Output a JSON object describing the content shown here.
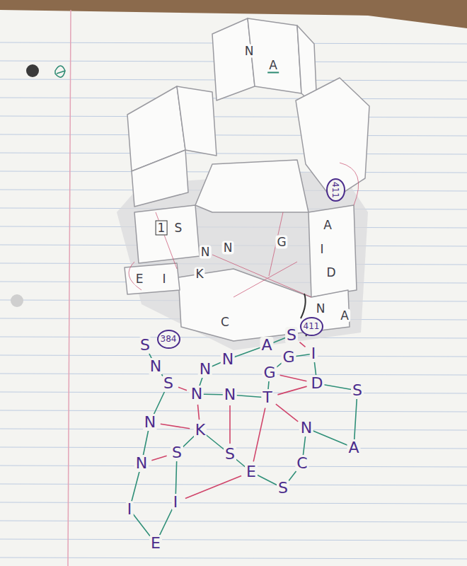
{
  "diagram": {
    "nodes": [
      {
        "text": [
          "384"
        ]
      },
      {
        "text": [
          "411"
        ]
      },
      {
        "text": [
          "411"
        ]
      }
    ],
    "labels": [
      "A",
      "N",
      "1",
      "S",
      "N",
      "N",
      "G",
      "A",
      "I",
      "D",
      "K",
      "N",
      "A",
      "C",
      "E",
      "I",
      "S",
      "N",
      "S",
      "N",
      "N",
      "A",
      "S",
      "G",
      "G",
      "I",
      "N",
      "N",
      "T",
      "D",
      "S",
      "N",
      "K",
      "S",
      "N",
      "A",
      "N",
      "S",
      "E",
      "C",
      "I",
      "I",
      "S",
      "E"
    ]
  }
}
